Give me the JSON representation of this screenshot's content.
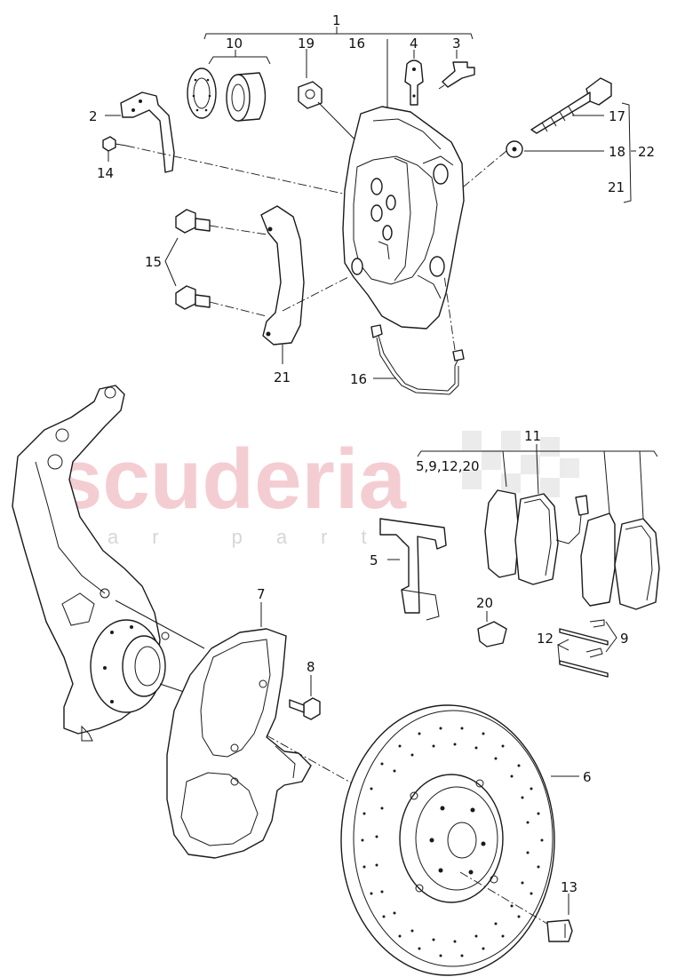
{
  "watermark": {
    "brand": "scuderia",
    "tagline": "car parts",
    "brand_color": "#e8a0a8"
  },
  "callouts": {
    "c1": "1",
    "c2": "2",
    "c3": "3",
    "c4": "4",
    "c5": "5",
    "c6": "6",
    "c7": "7",
    "c8": "8",
    "c9": "9",
    "c10": "10",
    "c11": "11",
    "c12": "12",
    "c13": "13",
    "c14": "14",
    "c15": "15",
    "c16a": "16",
    "c16b": "16",
    "c17": "17",
    "c18": "18",
    "c19": "19",
    "c20": "20",
    "c21a": "21",
    "c21b": "21",
    "c22": "22",
    "c_kit": "5,9,12,20"
  }
}
